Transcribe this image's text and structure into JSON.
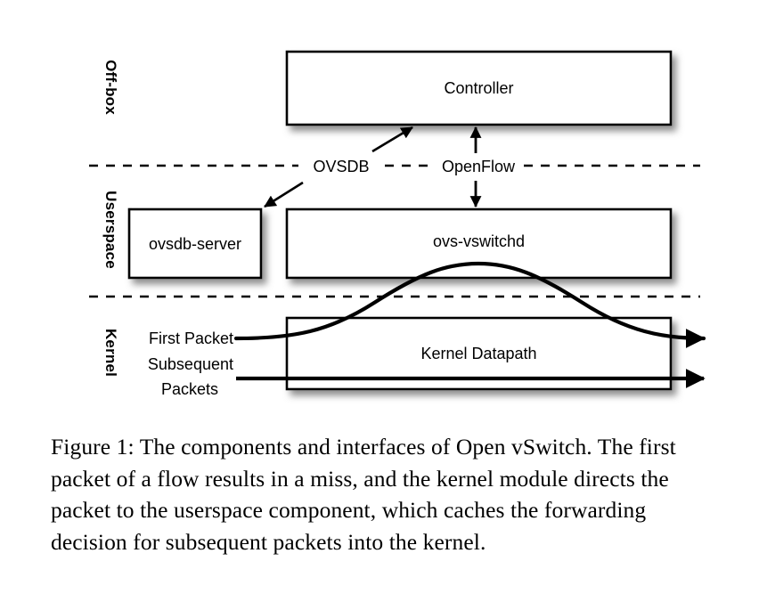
{
  "figure": {
    "lanes": [
      {
        "id": "off-box",
        "label": "Off-box"
      },
      {
        "id": "userspace",
        "label": "Userspace"
      },
      {
        "id": "kernel",
        "label": "Kernel"
      }
    ],
    "boxes": [
      {
        "id": "controller",
        "label": "Controller"
      },
      {
        "id": "ovsdb-server",
        "label": "ovsdb-server"
      },
      {
        "id": "ovs-vswitchd",
        "label": "ovs-vswitchd"
      },
      {
        "id": "kernel-datapath",
        "label": "Kernel Datapath"
      }
    ],
    "protocols": [
      {
        "id": "ovsdb",
        "label": "OVSDB"
      },
      {
        "id": "openflow",
        "label": "OpenFlow"
      }
    ],
    "flows": [
      {
        "id": "first-packet",
        "label": "First Packet"
      },
      {
        "id": "subsequent-packets-line1",
        "label": "Subsequent"
      },
      {
        "id": "subsequent-packets-line2",
        "label": "Packets"
      }
    ],
    "colors": {
      "stroke": "#000000",
      "fill": "#ffffff",
      "shadow": "#999999",
      "text": "#000000"
    }
  },
  "caption": {
    "text": "Figure 1: The components and interfaces of Open vSwitch. The first packet of a flow results in a miss, and the kernel module directs the packet to the userspace component, which caches the forwarding decision for subsequent packets into the kernel."
  }
}
